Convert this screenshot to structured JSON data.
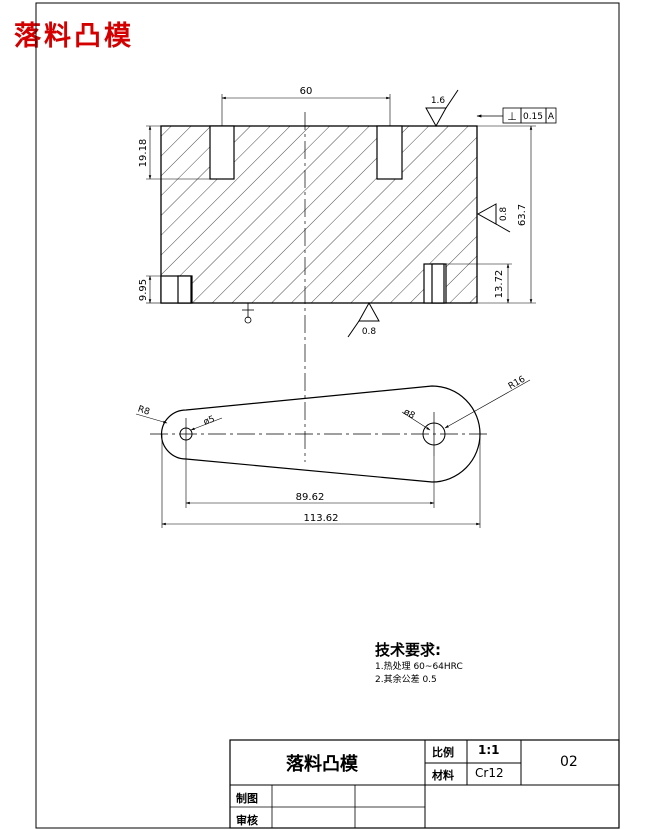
{
  "corner_title": "落料凸模",
  "dimensions": {
    "width_60": "60",
    "height_19_18": "19.18",
    "height_9_95": "9.95",
    "height_13_72": "13.72",
    "height_63_7": "63.7",
    "length_89_62": "89.62",
    "length_113_62": "113.62",
    "radius_r8": "R8",
    "radius_r16": "R16",
    "dia_5": "ø5",
    "dia_8": "ø8"
  },
  "roughness": {
    "top": "1.6",
    "side": "0.8",
    "bottom": "0.8"
  },
  "tolerance": {
    "symbol": "⊥",
    "value": "0.15",
    "datum": "A"
  },
  "tech_requirements": {
    "title": "技术要求:",
    "item1": "1.热处理   60~64HRC",
    "item2": "2.其余公差 0.5"
  },
  "title_block": {
    "part_name": "落料凸模",
    "scale_label": "比例",
    "scale_value": "1:1",
    "material_label": "材料",
    "material_value": "Cr12",
    "drawing_no": "02",
    "drawn_label": "制图",
    "checked_label": "审核"
  }
}
